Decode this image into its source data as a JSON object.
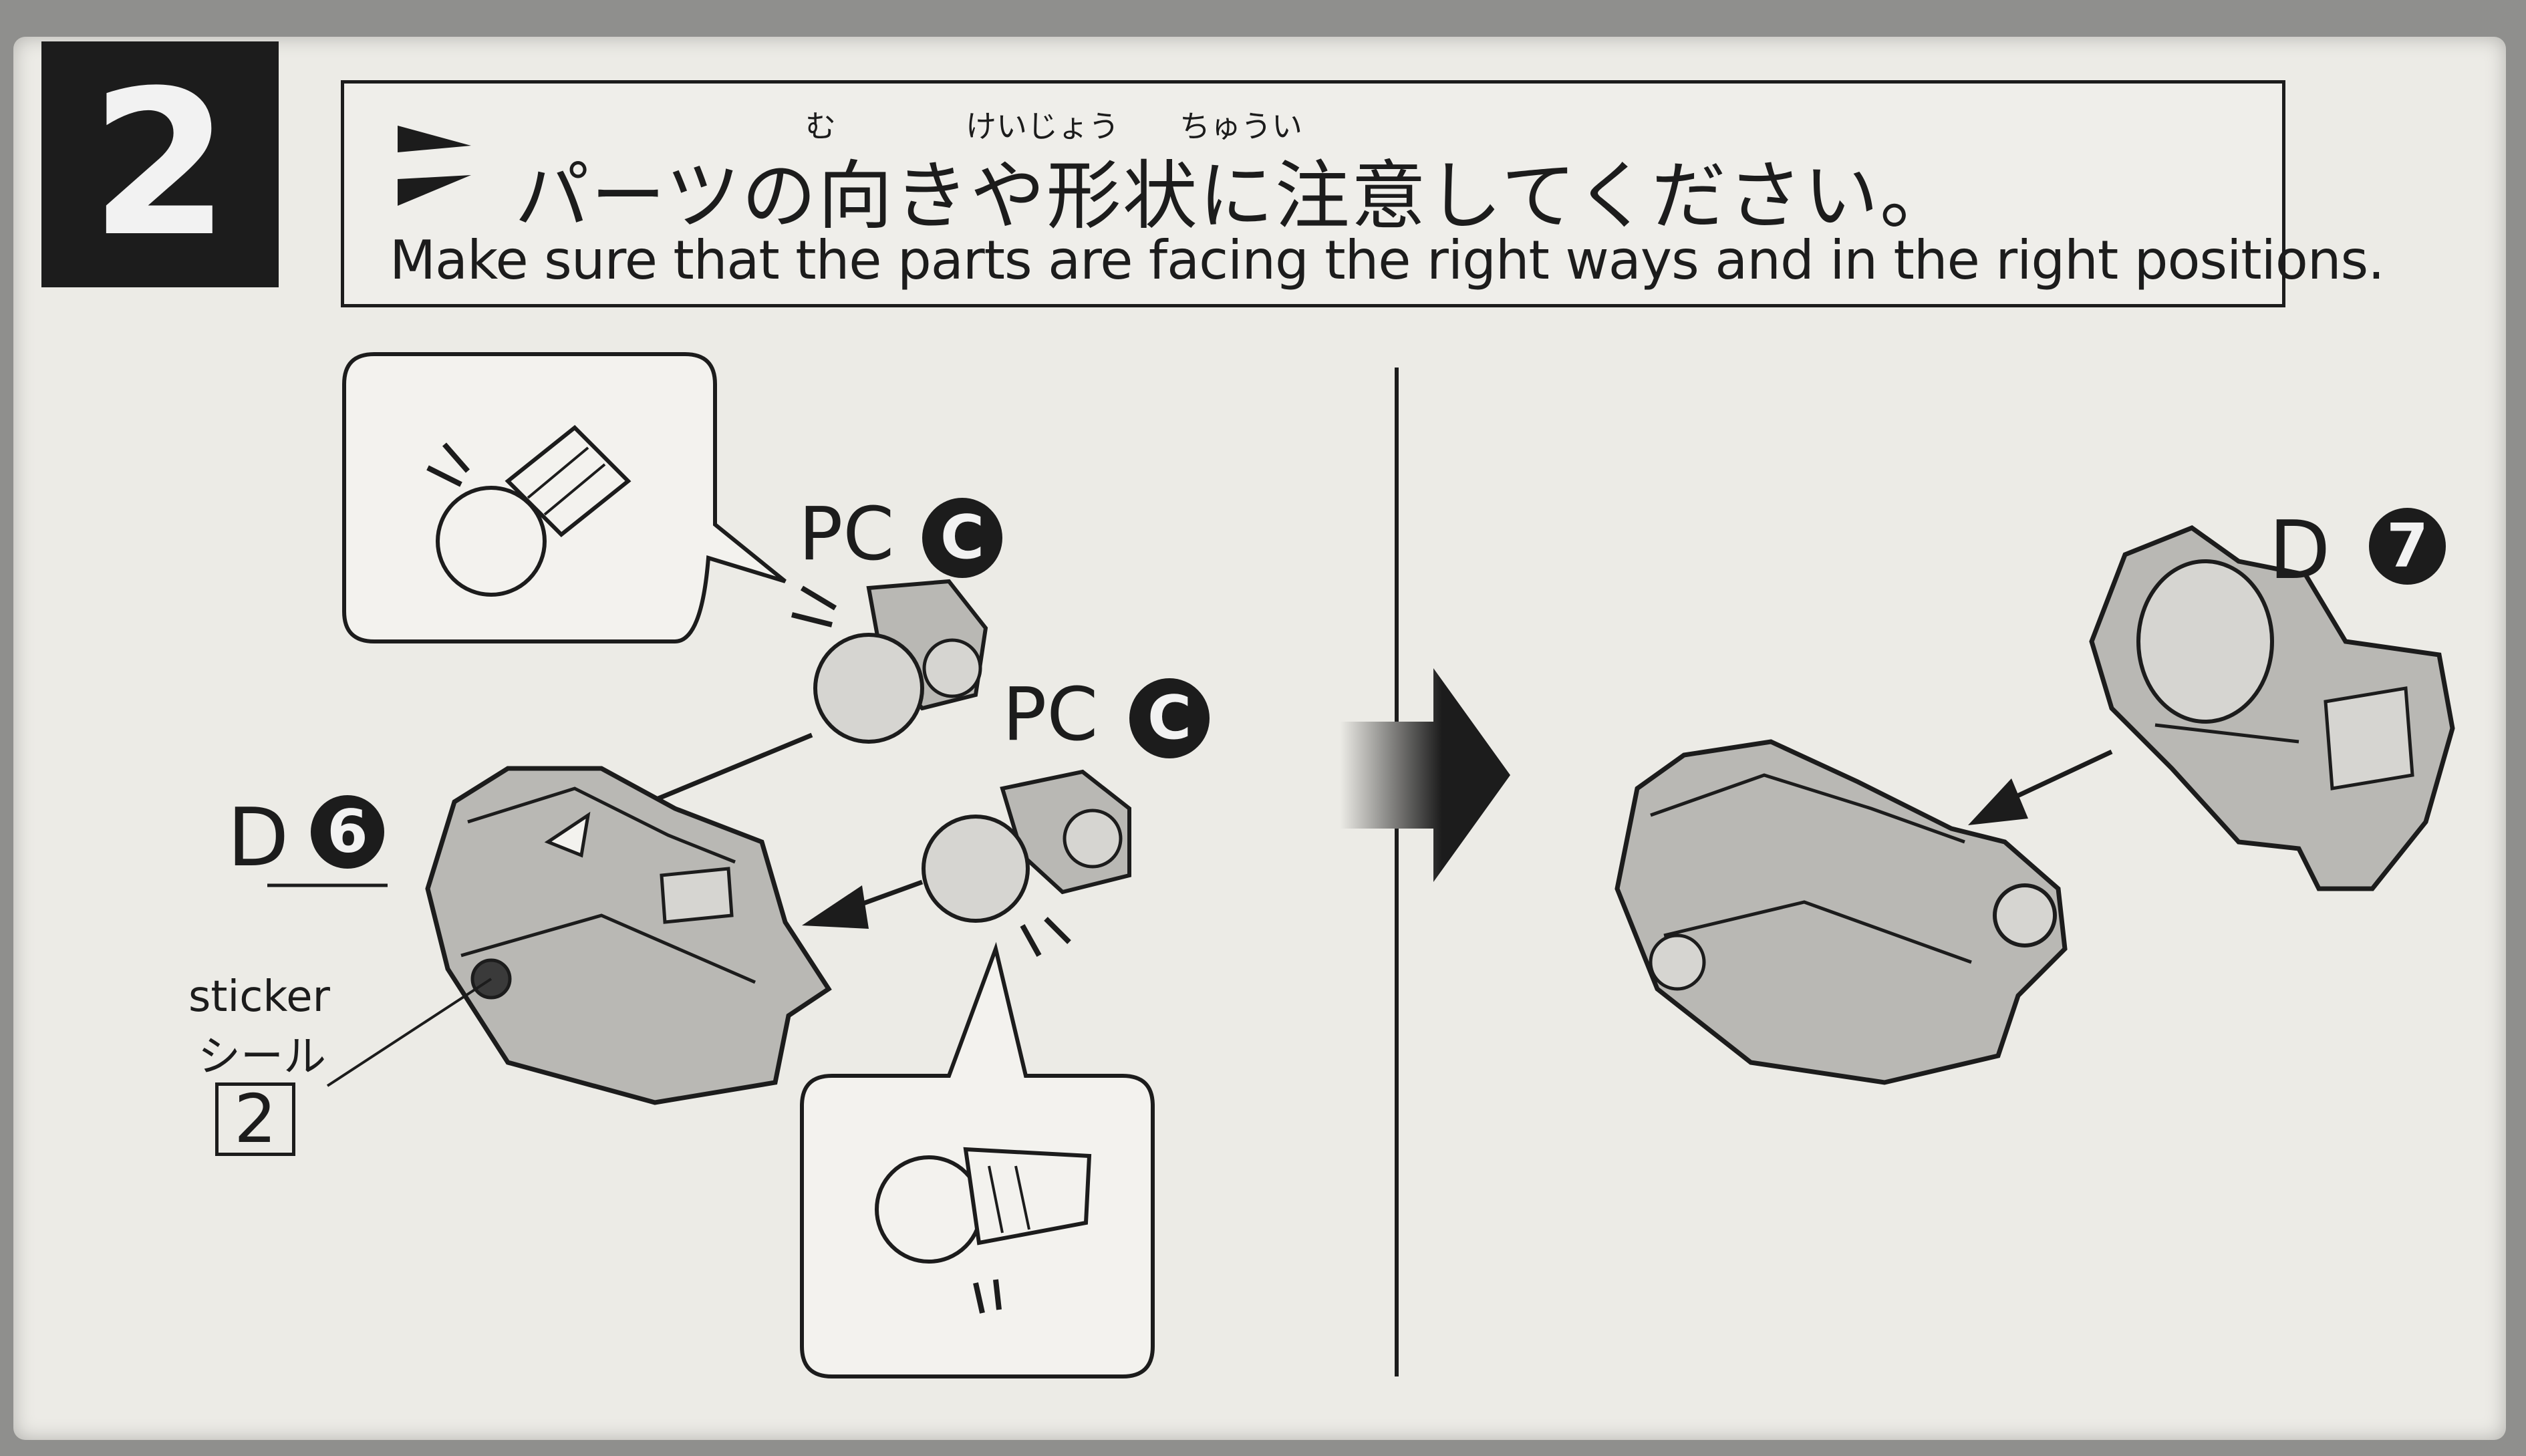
{
  "step": {
    "number": "2"
  },
  "header": {
    "ruby_mu": "む",
    "ruby_keijou": "けいじょう",
    "ruby_chuui": "ちゅうい",
    "instruction_jp": "パーツの向きや形状に注意してください。",
    "instruction_en": "Make sure that the parts are facing the right ways and in the right positions."
  },
  "labels": {
    "pc_upper": "PC",
    "pc_upper_badge": "C",
    "pc_lower": "PC",
    "pc_lower_badge": "C",
    "d6_letter": "D",
    "d6_number": "6",
    "d7_letter": "D",
    "d7_number": "7",
    "sticker_en": "sticker",
    "sticker_jp": "シール",
    "sticker_number": "2"
  },
  "colors": {
    "ink": "#1c1c1c",
    "paper": "#ecebe6",
    "part_fill": "#b9b8b4",
    "part_light": "#d6d5d1"
  }
}
